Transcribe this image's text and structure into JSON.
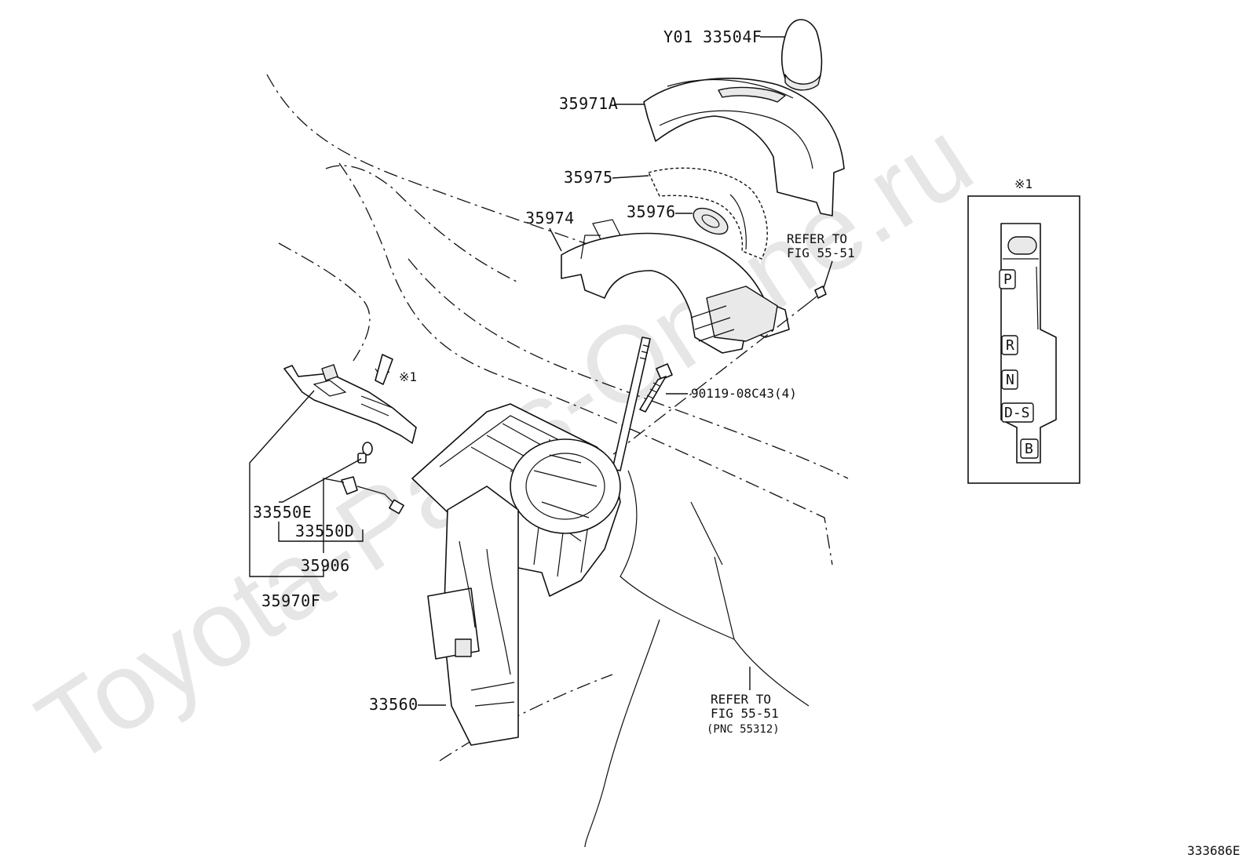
{
  "watermark": "Toyota-Parts-Online.ru",
  "figure_code": "333686E",
  "labels": {
    "knob": "Y01 33504F",
    "cover_upper": "35971A",
    "indicator_plate": "35975",
    "indicator_lamp": "35976",
    "housing_cover": "35974",
    "refer_top_line1": "REFER TO",
    "refer_top_line2": "FIG 55-51",
    "bolt": "90119-08C43(4)",
    "ref_mark": "※1",
    "bulb_e": "33550E",
    "bulb_d": "33550D",
    "socket": "35906",
    "harness": "35970F",
    "shift_lever": "33560",
    "refer_bottom_line1": "REFER TO",
    "refer_bottom_line2": "FIG 55-51",
    "refer_bottom_line3": "(PNC 55312)"
  },
  "inset": {
    "mark": "※1",
    "gate_positions": [
      "P",
      "R",
      "N",
      "D-S",
      "B"
    ]
  }
}
